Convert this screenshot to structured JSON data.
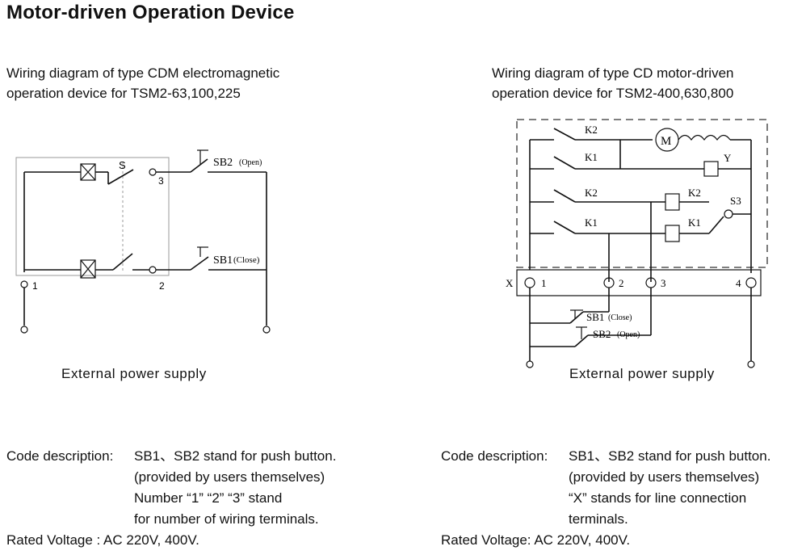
{
  "title": "Motor-driven  Operation Device",
  "left": {
    "caption": [
      "Wiring diagram of type CDM electromagnetic",
      "operation device for TSM2-63,100,225"
    ],
    "labels": {
      "s": "S",
      "sb2": "SB2",
      "sb2_note": "(Open)",
      "sb1": "SB1",
      "sb1_note": "(Close)",
      "t1": "1",
      "t2": "2",
      "t3": "3"
    },
    "power": "External power supply",
    "code_label": "Code description:",
    "code_lines": [
      "SB1、SB2 stand for push button.",
      "(provided by users themselves)",
      "Number “1”   “2”   “3” stand",
      "for number of wiring terminals."
    ],
    "rated": "Rated Voltage : AC 220V, 400V."
  },
  "right": {
    "caption": [
      "Wiring diagram of type CD motor-driven",
      "operation device for TSM2-400,630,800"
    ],
    "labels": {
      "k2a": "K2",
      "k1a": "K1",
      "k2b": "K2",
      "k1b": "K1",
      "k2c": "K2",
      "k1c": "K1",
      "m": "M",
      "y": "Y",
      "s3": "S3",
      "x": "X",
      "t1": "1",
      "t2": "2",
      "t3": "3",
      "t4": "4",
      "sb1": "SB1",
      "sb1_note": "(Close)",
      "sb2": "SB2",
      "sb2_note": "(Open)"
    },
    "power": "External power supply",
    "code_label": "Code description:",
    "code_lines": [
      "SB1、SB2 stand for push button.",
      "(provided by users themselves)",
      "“X”  stands for line connection",
      " terminals."
    ],
    "rated": "Rated Voltage: AC 220V, 400V."
  }
}
